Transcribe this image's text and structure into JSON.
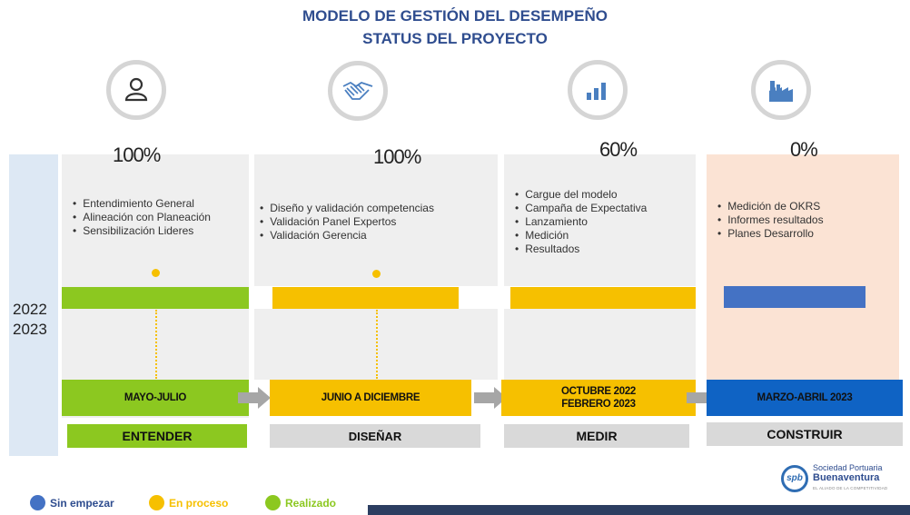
{
  "header": {
    "title_line1": "MODELO DE GESTIÓN DEL DESEMPEÑO",
    "title_line2": "STATUS DEL PROYECTO"
  },
  "years": {
    "label_line1": "2022",
    "label_line2": "2023"
  },
  "colors": {
    "completed": "#8cc820",
    "in_progress": "#f6c000",
    "not_started": "#4472c4",
    "panel_gray": "#efefef",
    "panel_peach": "#fbe3d4",
    "phase_gray": "#d9d9d9",
    "arrow_gray": "#a6a6a6"
  },
  "stages": [
    {
      "icon": "person-icon",
      "percent": "100%",
      "bullets": [
        "Entendimiento General",
        "Alineación con Planeación",
        "Sensibilización Lideres"
      ],
      "period": [
        "MAYO-JULIO"
      ],
      "phase": "ENTENDER"
    },
    {
      "icon": "handshake-icon",
      "percent": "100%",
      "bullets": [
        "Diseño y validación competencias",
        "Validación Panel Expertos",
        "Validación Gerencia"
      ],
      "period": [
        "JUNIO A DICIEMBRE"
      ],
      "phase": "DISEÑAR"
    },
    {
      "icon": "bar-chart-icon",
      "percent": "60%",
      "bullets": [
        "Cargue del modelo",
        "Campaña de Expectativa",
        "Lanzamiento",
        "Medición",
        "Resultados"
      ],
      "period": [
        "OCTUBRE 2022",
        "FEBRERO 2023"
      ],
      "phase": "MEDIR"
    },
    {
      "icon": "factory-icon",
      "percent": "0%",
      "bullets": [
        "Medición de OKRS",
        "Informes resultados",
        "Planes   Desarrollo"
      ],
      "period": [
        "MARZO-ABRIL 2023"
      ],
      "phase": "CONSTRUIR"
    }
  ],
  "legend": [
    {
      "label": "Sin empezar",
      "color": "#4472c4"
    },
    {
      "label": "En proceso",
      "color": "#f6c000"
    },
    {
      "label": "Realizado",
      "color": "#8cc820"
    }
  ],
  "logo": {
    "mark": "spb",
    "line1": "Sociedad Portuaria",
    "line2": "Buenaventura",
    "tagline": "EL ALIADO DE LA COMPETITIVIDAD"
  }
}
